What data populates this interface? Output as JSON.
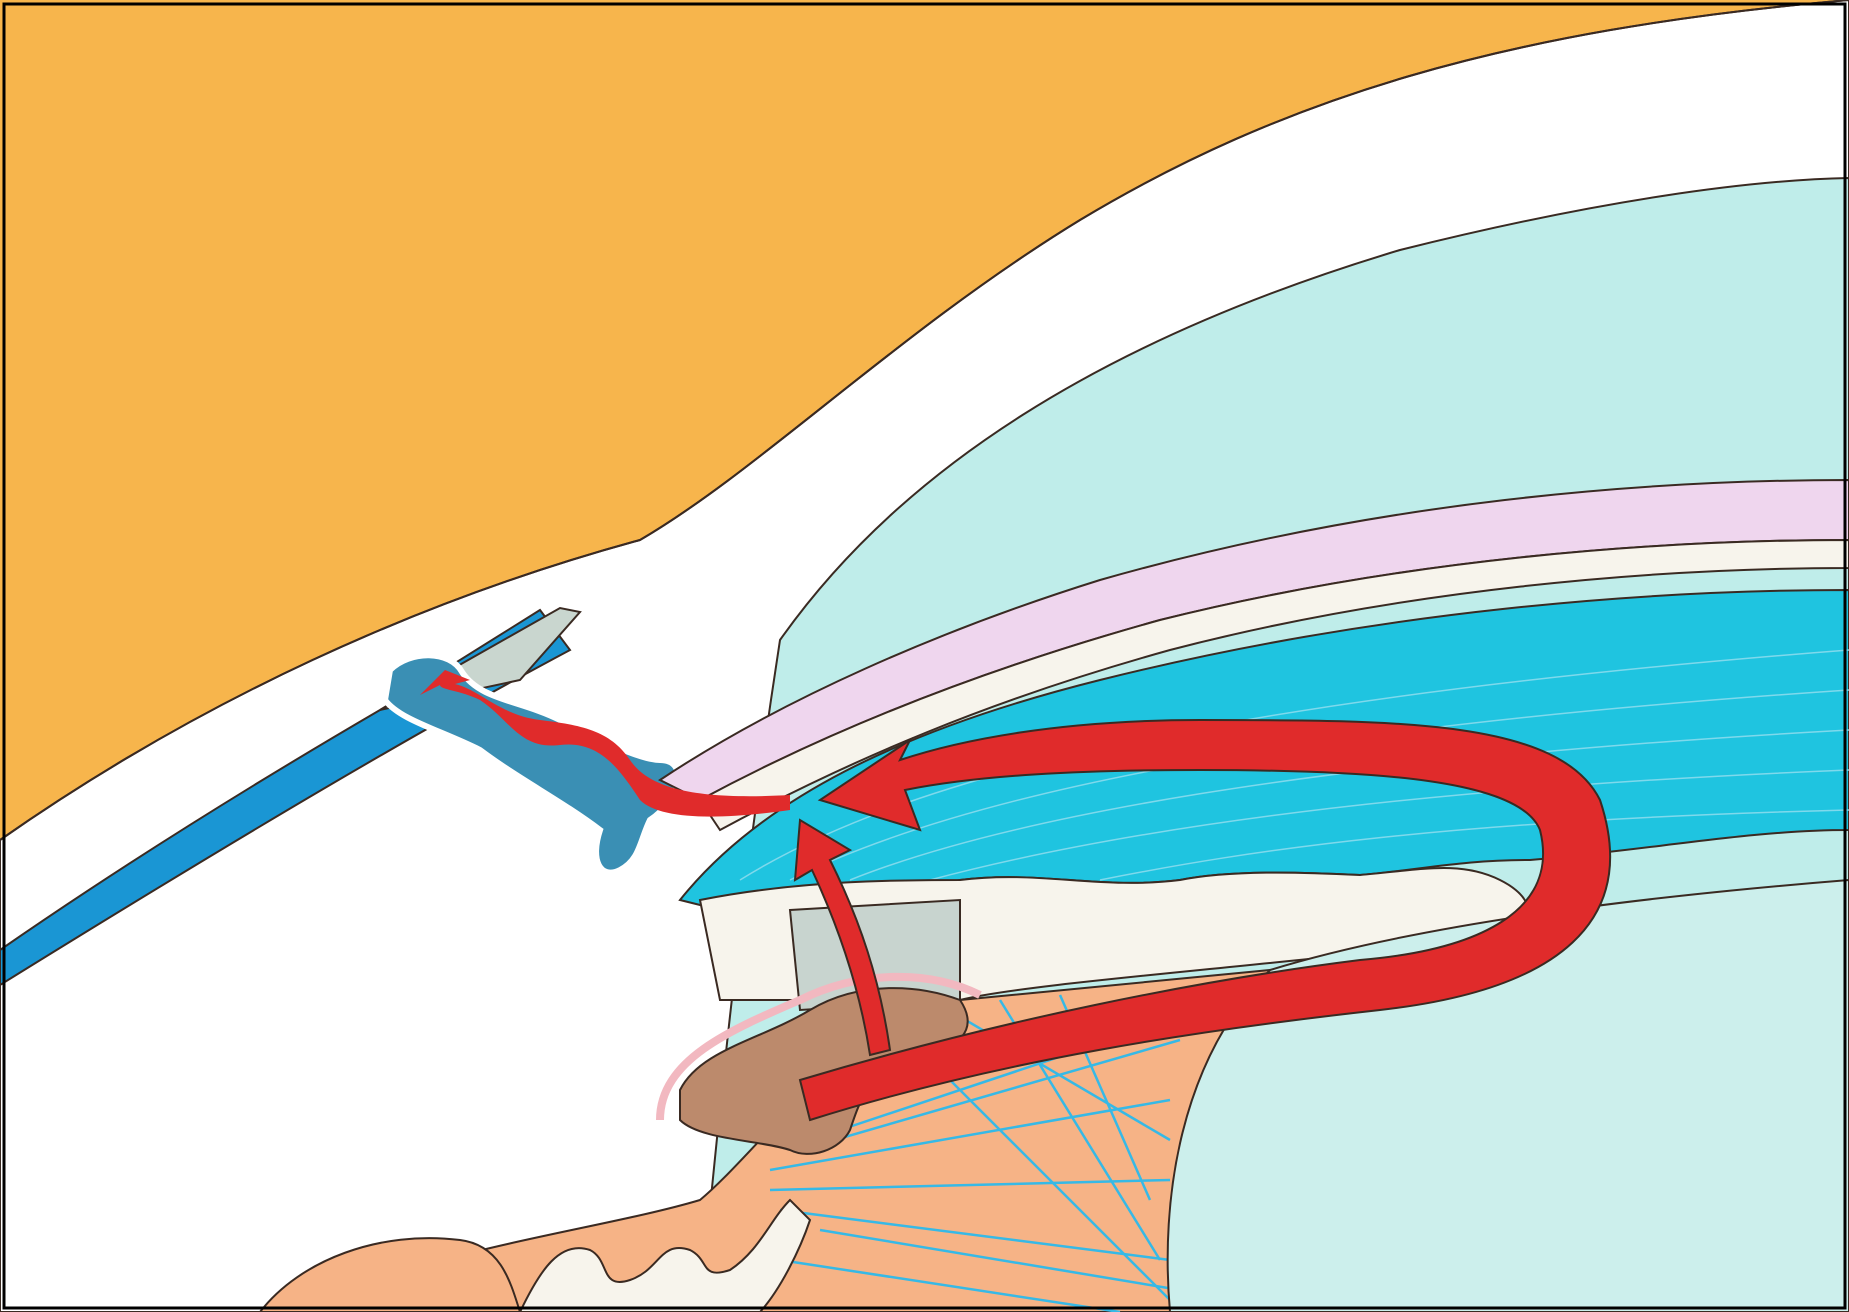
{
  "figure": {
    "colors": {
      "background_skin": "#F7B54C",
      "sclera": "#FFFFFF",
      "tissue": "#F7F4EC",
      "cornea_fluid": "#BFEDEA",
      "iris_band": "#1FC4E0",
      "pigment_layer": "#EFD6EE",
      "ciliary_muscle": "#BC8A6C",
      "zonule_region": "#F6B386",
      "zonule_fibers": "#36B9E6",
      "vessel_blue": "#1A96D4",
      "canal": "#3A8FB4",
      "flow_arrow": "#E02B2B",
      "outline": "#3A2A22"
    },
    "icons": [
      "aqueous-outflow-arrow",
      "ciliary-body",
      "schlemm-canal",
      "zonular-fibers"
    ]
  }
}
